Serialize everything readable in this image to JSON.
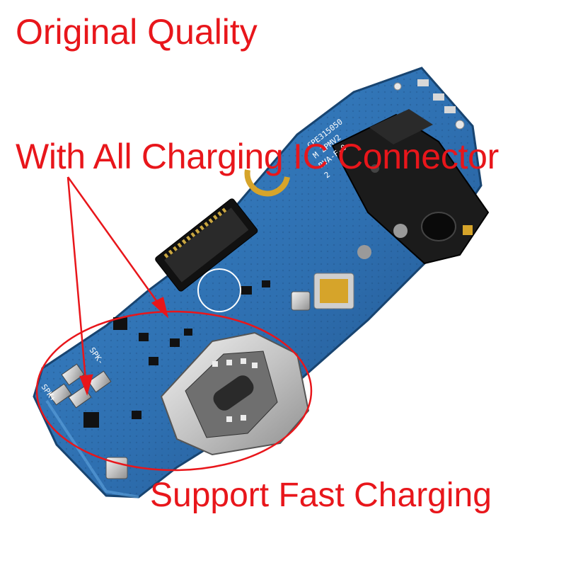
{
  "captions": {
    "title": "Original Quality",
    "feature": "With All Charging IC Connector",
    "benefit": "Support Fast Charging"
  },
  "board": {
    "silkscreen_lines": [
      "CPE315050",
      "M ZPMV2",
      "RVA-F-0",
      "2"
    ],
    "pad_labels": [
      "SPK-",
      "SPK+"
    ]
  },
  "colors": {
    "annotation_red": "#e8161b",
    "pcb_blue": "#2e6fb0",
    "pcb_dark": "#1f4f86",
    "metal": "#c9c9c9",
    "jack_black": "#1b1b1b",
    "gold": "#d6a42a"
  }
}
